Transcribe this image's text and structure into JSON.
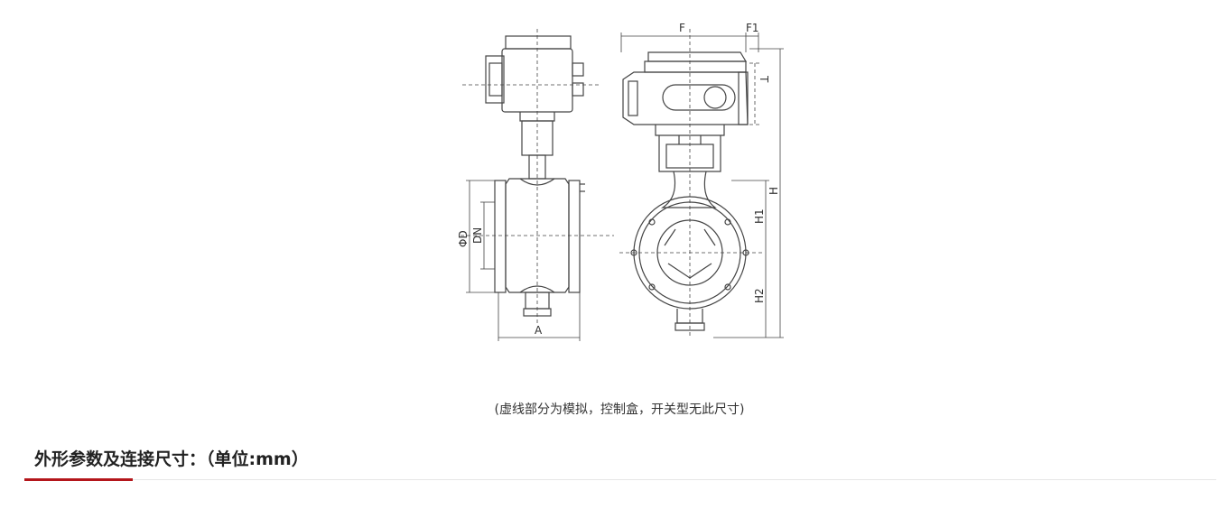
{
  "drawing": {
    "dimension_labels": {
      "F": "F",
      "F1": "F1",
      "T": "T",
      "H": "H",
      "H1": "H1",
      "H2": "H2",
      "A": "A",
      "PHI_D": "ΦD",
      "DN": "DN"
    }
  },
  "caption": "(虚线部分为模拟，控制盒，开关型无此尺寸)",
  "section": {
    "title": "外形参数及连接尺寸：（单位:mm）",
    "accent_color": "#b4161b"
  }
}
